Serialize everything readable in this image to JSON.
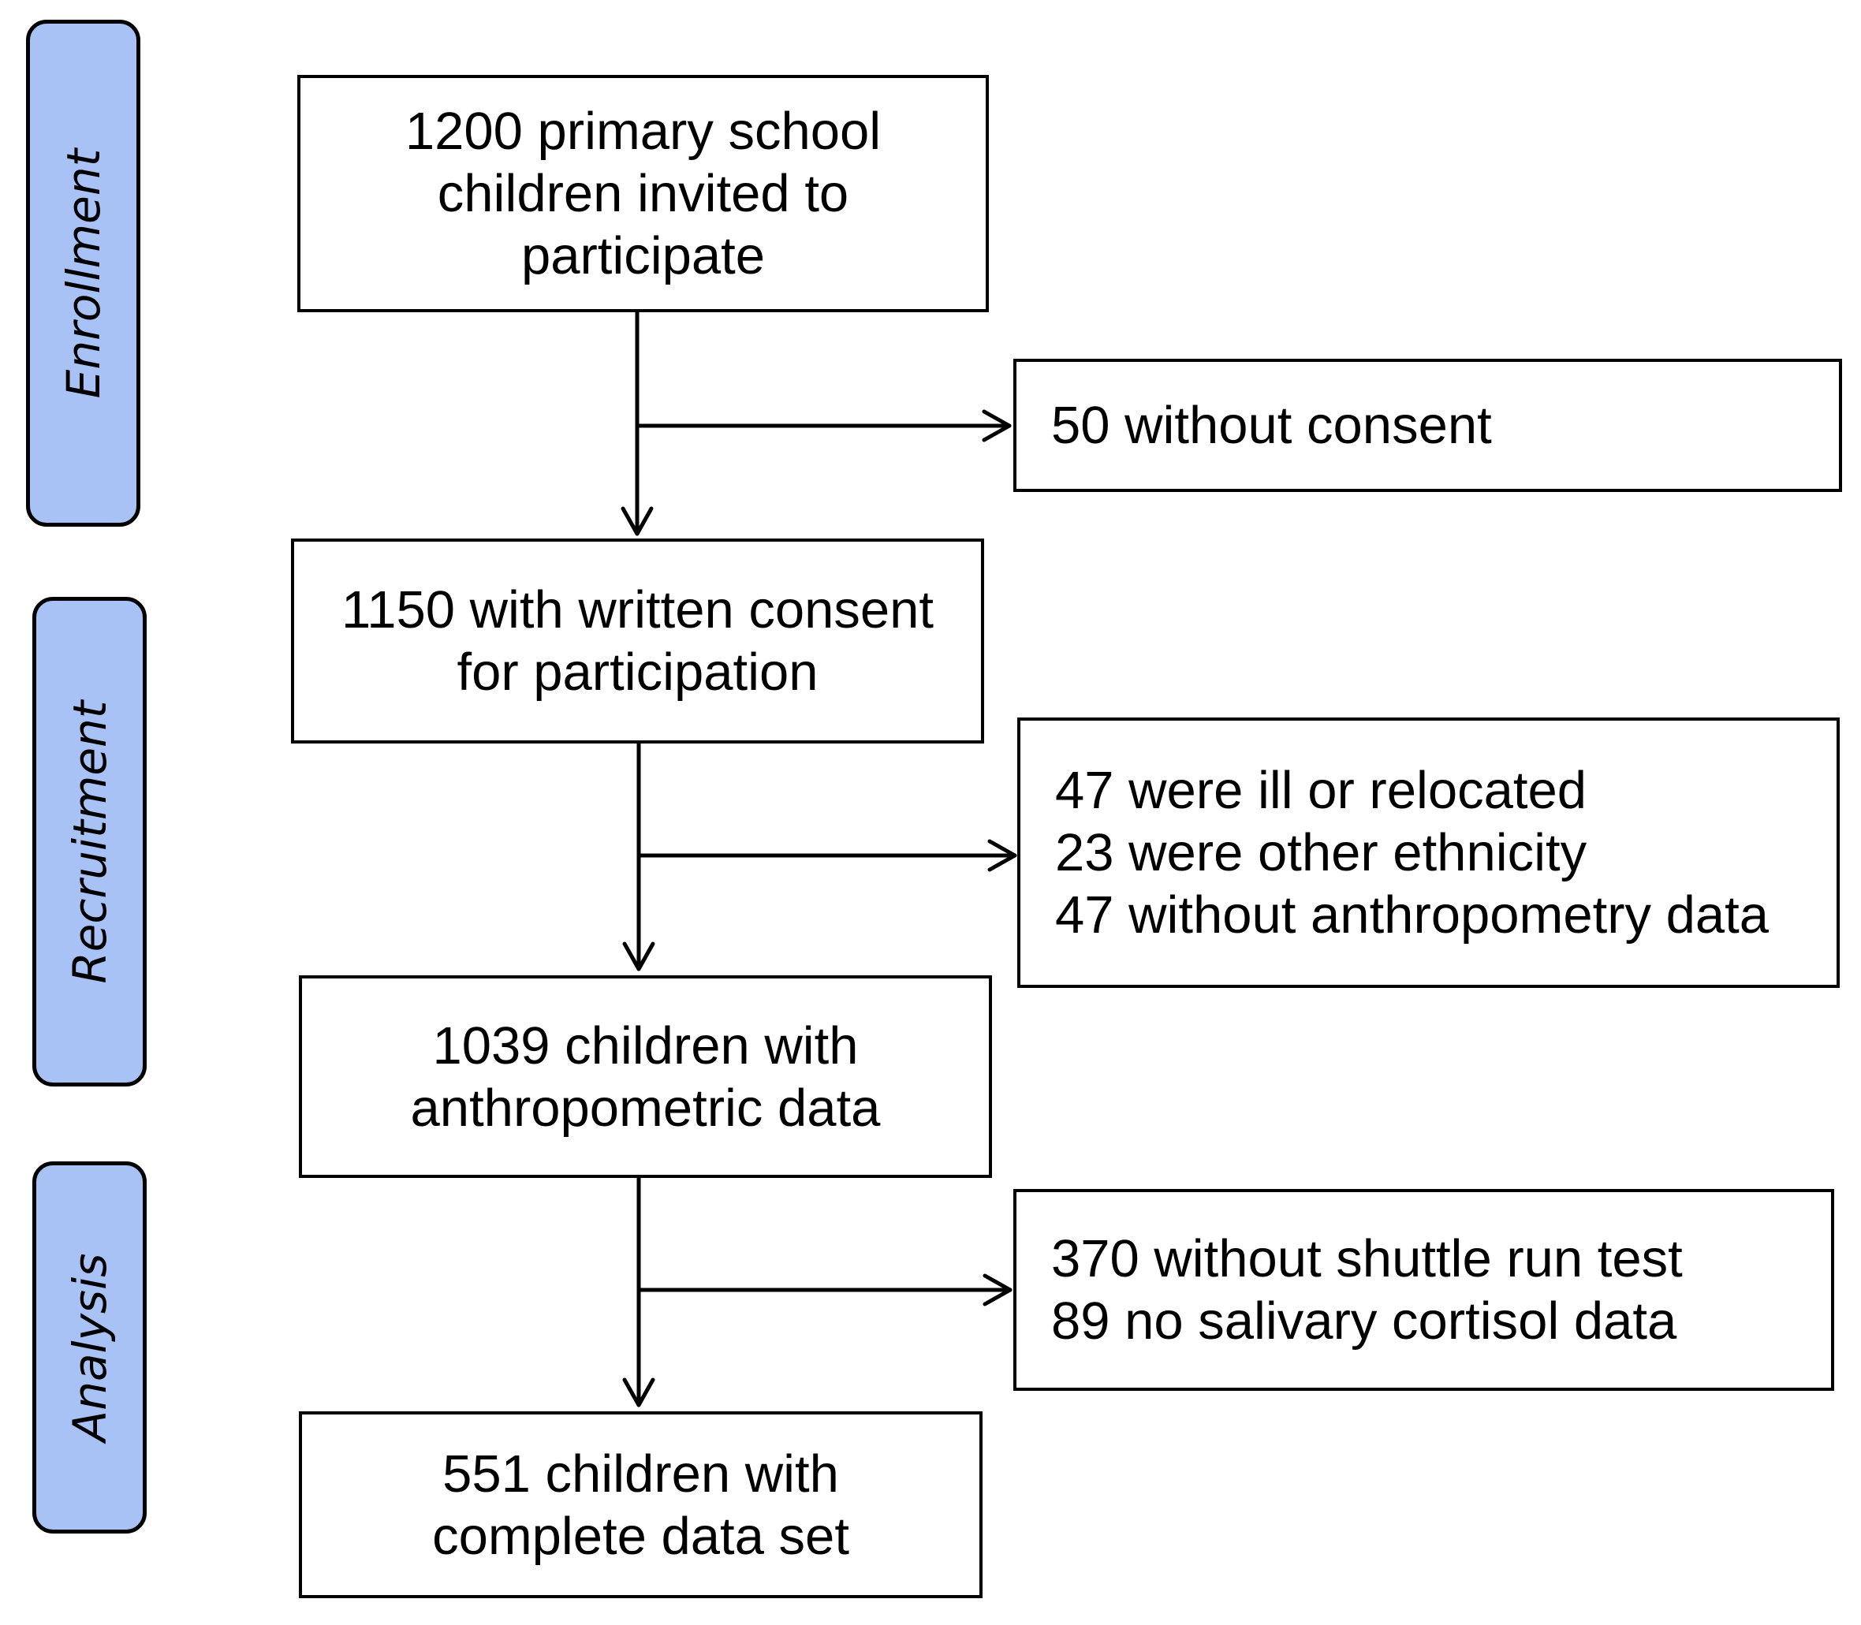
{
  "phases": {
    "enrollment": "Enrollment",
    "recruitment": "Recruitment",
    "analysis": "Analysis"
  },
  "colors": {
    "phase_fill": "#a8c2f5",
    "stroke": "#000000"
  },
  "boxes": {
    "invited": [
      "1200 primary school",
      "children invited to",
      "participate"
    ],
    "no_consent": [
      "50 without consent"
    ],
    "consent": [
      "1150 with written consent",
      "for participation"
    ],
    "exclusions_recruitment": [
      "47 were ill or relocated",
      "23 were other ethnicity",
      "47 without anthropometry data"
    ],
    "anthropometric": [
      "1039 children with",
      "anthropometric data"
    ],
    "exclusions_analysis": [
      "370 without shuttle run test",
      "89 no salivary cortisol data"
    ],
    "complete": [
      "551 children with",
      "complete data set"
    ]
  }
}
